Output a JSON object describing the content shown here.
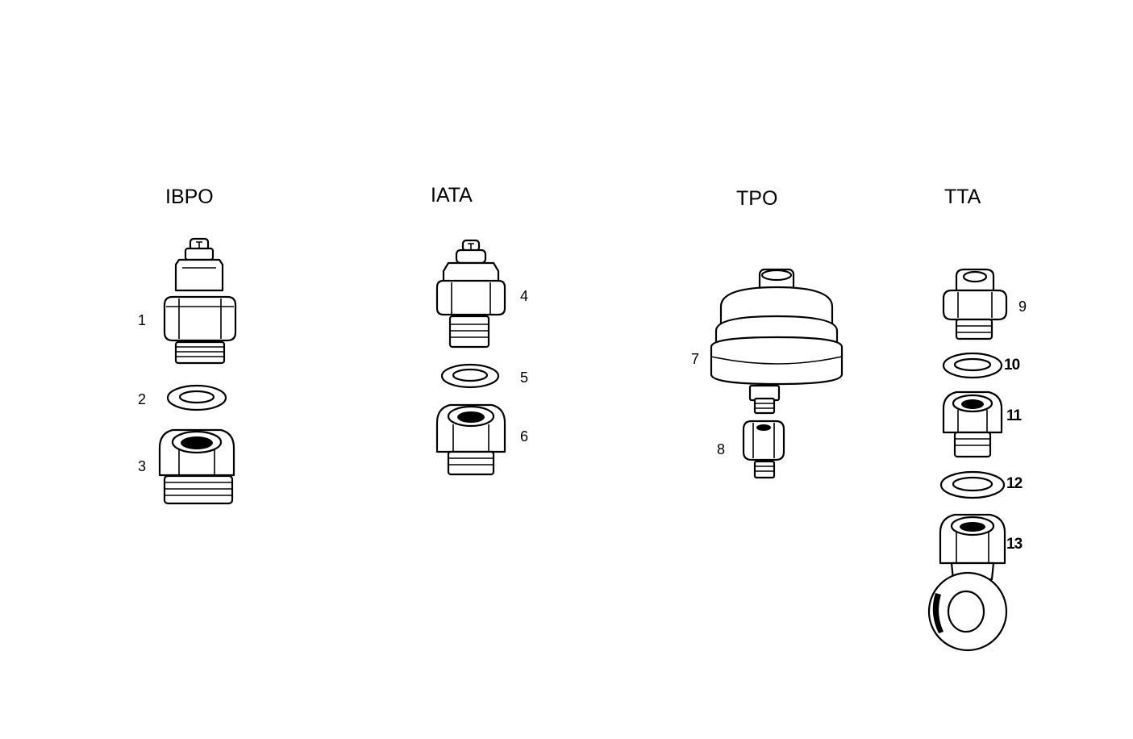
{
  "diagram": {
    "groups": [
      {
        "title": "IBPO",
        "callouts": [
          "1",
          "2",
          "3"
        ]
      },
      {
        "title": "IATA",
        "callouts": [
          "4",
          "5",
          "6"
        ]
      },
      {
        "title": "TPO",
        "callouts": [
          "7",
          "8"
        ]
      },
      {
        "title": "TTA",
        "callouts": [
          "9",
          "10",
          "11",
          "12",
          "13"
        ]
      }
    ]
  }
}
